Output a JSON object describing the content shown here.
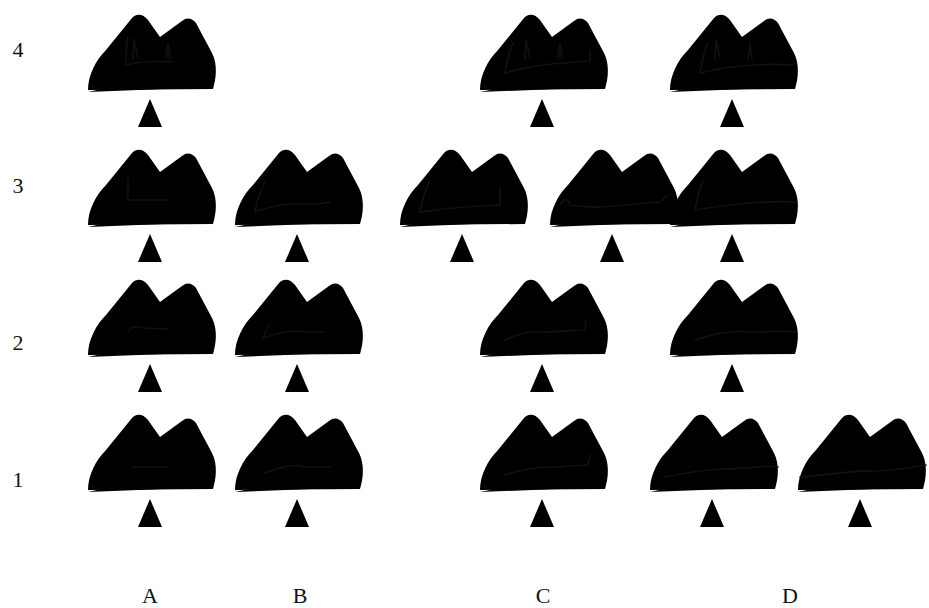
{
  "diagram": {
    "labels": [
      "4",
      "3",
      "2",
      "1",
      "A",
      "B",
      "C",
      "D"
    ]
  }
}
